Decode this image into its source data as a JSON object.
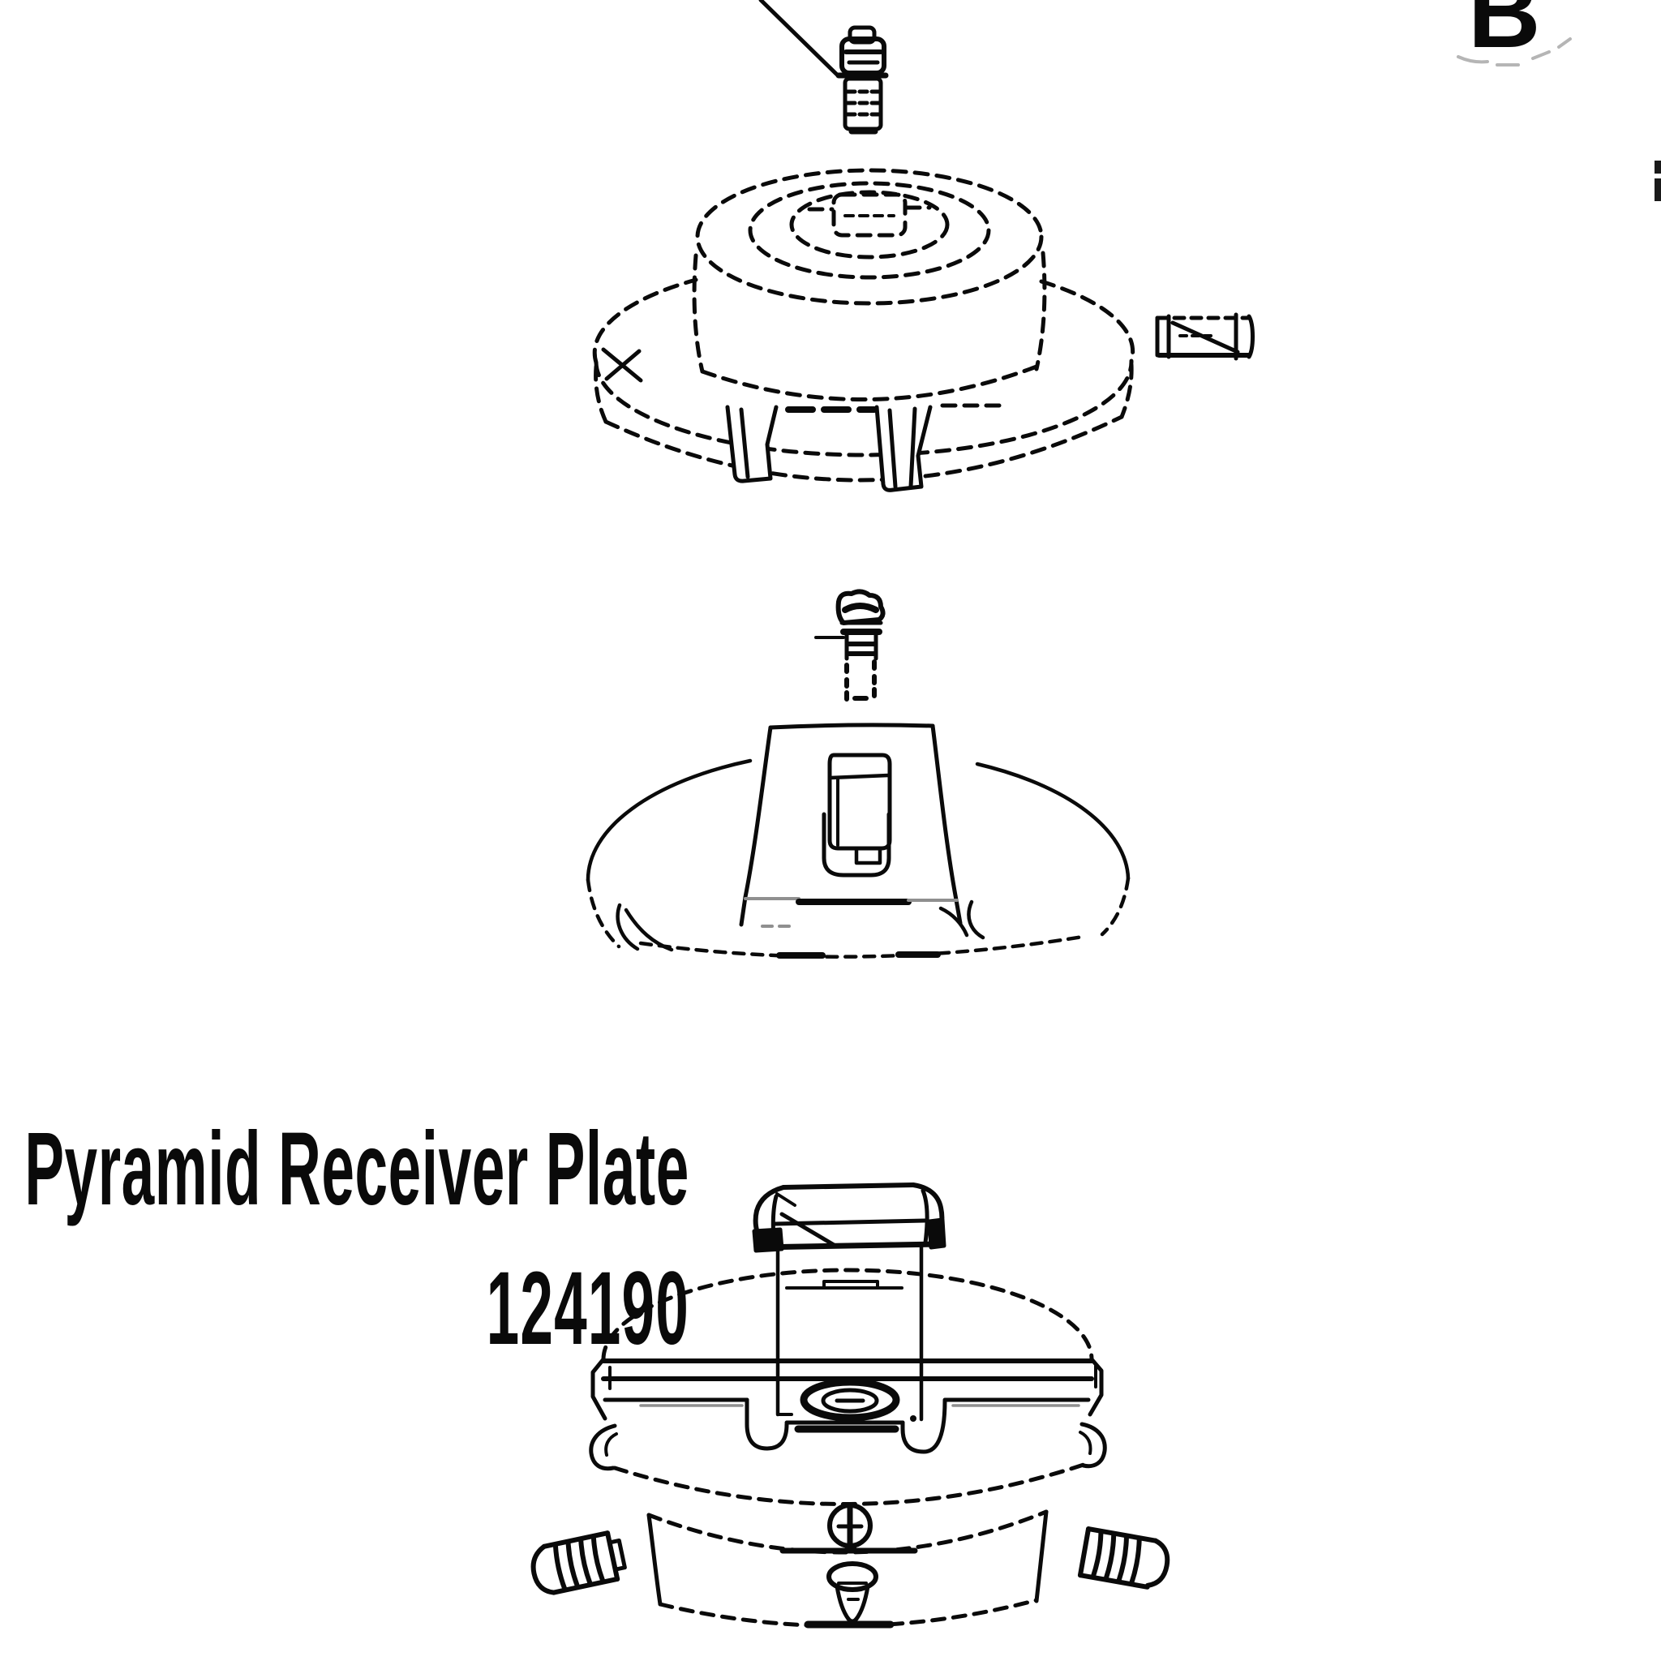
{
  "canvas": {
    "background": "#ffffff",
    "line_ink": "#0a0a0a",
    "faint_ink": "#b5b5b5"
  },
  "view_label": "B",
  "callout": {
    "part_name": "Pyramid Receiver Plate",
    "part_number": "124190"
  },
  "figures": {
    "top_assembly": "top-plate-phantom-drawing",
    "top_screw": "mounting-screw-drawing",
    "side_pin": "side-set-screw-drawing",
    "middle_assembly": "slide-plate-drawing",
    "middle_screw": "retainer-screw-drawing",
    "bottom_assembly": "pyramid-receiver-plate-drawing",
    "side_screws": "thumb-screw-drawings"
  }
}
